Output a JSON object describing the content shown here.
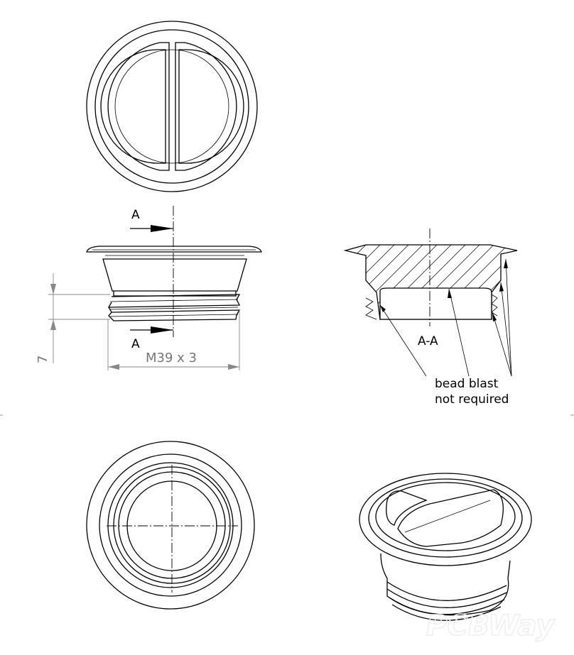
{
  "drawing": {
    "section_marker_top": "A",
    "section_marker_bottom": "A",
    "section_view_label": "A-A",
    "thread_dimension": "M39 x 3",
    "height_dimension": "7",
    "note_line1": "bead blast",
    "note_line2": "not required",
    "watermark": "PCBWay"
  }
}
